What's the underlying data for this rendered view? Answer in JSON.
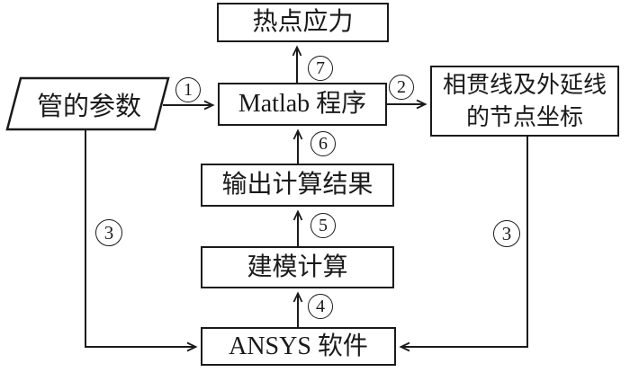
{
  "diagram": {
    "background": "#ffffff",
    "line_color": "#1a1a1a",
    "nodes": {
      "pipe_params": {
        "label": "管的参数",
        "shape": "parallelogram"
      },
      "hotspot_stress": {
        "label": "热点应力",
        "shape": "rect"
      },
      "matlab_program": {
        "label": "Matlab 程序",
        "shape": "rect"
      },
      "intersection_coords": {
        "line1": "相贯线及外延线",
        "line2": "的节点坐标",
        "shape": "rect"
      },
      "output_results": {
        "label": "输出计算结果",
        "shape": "rect"
      },
      "modeling_calc": {
        "label": "建模计算",
        "shape": "rect"
      },
      "ansys_software": {
        "label": "ANSYS 软件",
        "shape": "rect"
      }
    },
    "step_labels": {
      "step1": "1",
      "step2": "2",
      "step3_left": "3",
      "step3_right": "3",
      "step4": "4",
      "step5": "5",
      "step6": "6",
      "step7": "7"
    },
    "edges": [
      {
        "from": "pipe_params",
        "to": "matlab_program",
        "step": "1"
      },
      {
        "from": "matlab_program",
        "to": "intersection_coords",
        "step": "2"
      },
      {
        "from": "pipe_params",
        "to": "ansys_software",
        "step": "3"
      },
      {
        "from": "intersection_coords",
        "to": "ansys_software",
        "step": "3"
      },
      {
        "from": "ansys_software",
        "to": "modeling_calc",
        "step": "4"
      },
      {
        "from": "modeling_calc",
        "to": "output_results",
        "step": "5"
      },
      {
        "from": "output_results",
        "to": "matlab_program",
        "step": "6"
      },
      {
        "from": "matlab_program",
        "to": "hotspot_stress",
        "step": "7"
      }
    ]
  }
}
